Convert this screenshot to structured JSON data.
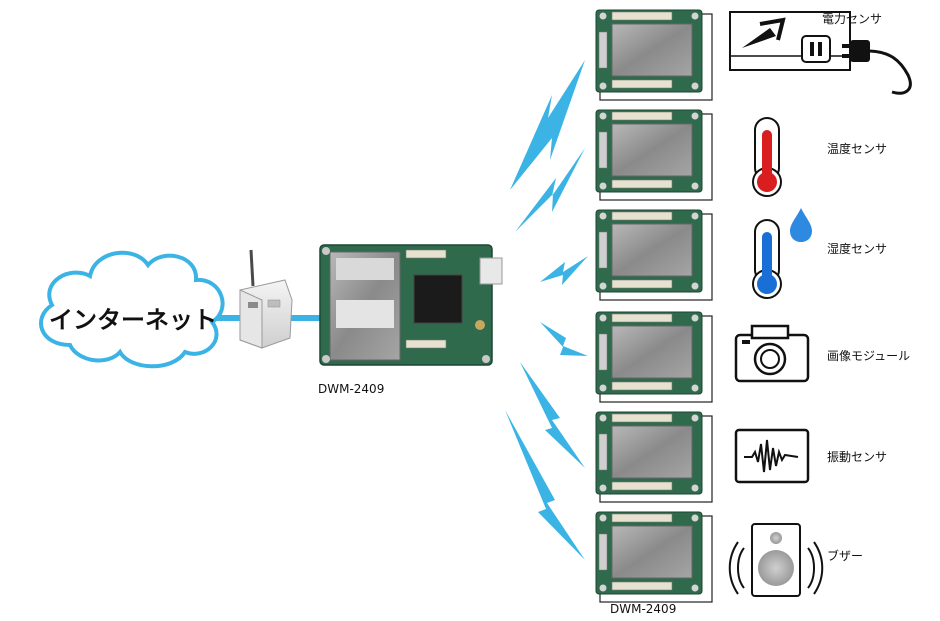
{
  "cloud": {
    "label": "インターネット"
  },
  "gateway": {
    "model_label": "DWM-2409"
  },
  "nodes_label": "DWM-2409",
  "sensors": [
    {
      "label": "電力センサ",
      "icon": "power-meter-icon"
    },
    {
      "label": "温度センサ",
      "icon": "thermometer-red-icon"
    },
    {
      "label": "湿度センサ",
      "icon": "thermometer-blue-drop-icon"
    },
    {
      "label": "画像モジュール",
      "icon": "camera-icon"
    },
    {
      "label": "振動センサ",
      "icon": "waveform-icon"
    },
    {
      "label": "ブザー",
      "icon": "speaker-icon"
    }
  ],
  "colors": {
    "link": "#3bb4e5",
    "pcb_green": "#2f6a4c",
    "shield": "#8f8f8f",
    "cloud_stroke": "#3bb4e5"
  }
}
